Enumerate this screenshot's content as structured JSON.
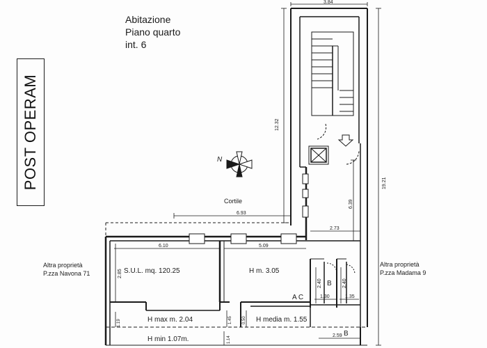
{
  "title": {
    "line1": "Abitazione",
    "line2": "Piano quarto",
    "line3": "int. 6"
  },
  "stamp": "POST OPERAM",
  "labels": {
    "cortile": "Cortile",
    "neighbor_left_1": "Altra proprietà",
    "neighbor_left_2": "P.zza Navona 71",
    "neighbor_right_1": "Altra proprietà",
    "neighbor_right_2": "P.zza Madama 9",
    "sul": "S.U.L. mq. 120.25",
    "h_main": "H m. 3.05",
    "h_max": "H max m. 2.04",
    "h_media": "H media m. 1.55",
    "h_min": "H min 1.07m.",
    "b_upper": "B",
    "b_lower": "B",
    "ac": "A C",
    "north": "N"
  },
  "dimensions": {
    "d_384": "3.84",
    "d_1232": "12.32",
    "d_1921": "19.21",
    "d_693": "6.93",
    "d_639": "6.39",
    "d_273": "2.73",
    "d_610": "6.10",
    "d_509": "5.09",
    "d_285": "2.85",
    "d_240a": "2.40",
    "d_240b": "2.40",
    "d_130": "1.30",
    "d_135": "1.35",
    "d_259": "2.59",
    "d_145": "1.45",
    "d_050": "0.50",
    "d_114": "1.14",
    "d_119": "1.19"
  }
}
